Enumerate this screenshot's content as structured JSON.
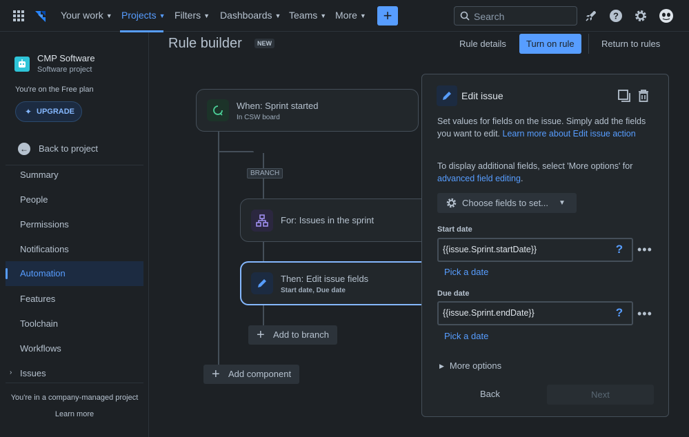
{
  "nav": {
    "items": [
      {
        "label": "Your work"
      },
      {
        "label": "Projects"
      },
      {
        "label": "Filters"
      },
      {
        "label": "Dashboards"
      },
      {
        "label": "Teams"
      },
      {
        "label": "More"
      }
    ],
    "create_label": "+",
    "search_placeholder": "Search"
  },
  "sidebar": {
    "project_name": "CMP Software",
    "project_type": "Software project",
    "plan_text": "You're on the Free plan",
    "upgrade_label": "UPGRADE",
    "back_label": "Back to project",
    "items": [
      {
        "label": "Summary"
      },
      {
        "label": "People"
      },
      {
        "label": "Permissions"
      },
      {
        "label": "Notifications"
      },
      {
        "label": "Automation"
      },
      {
        "label": "Features"
      },
      {
        "label": "Toolchain"
      },
      {
        "label": "Workflows"
      },
      {
        "label": "Issues"
      }
    ],
    "footer_text": "You're in a company-managed project",
    "learn_more": "Learn more"
  },
  "header": {
    "title": "Rule builder",
    "badge": "NEW",
    "rule_details": "Rule details",
    "turn_on": "Turn on rule",
    "return": "Return to rules"
  },
  "canvas": {
    "trigger": {
      "title": "When: Sprint started",
      "subtitle_prefix": "In",
      "subtitle": "CSW board"
    },
    "branch_tag": "BRANCH",
    "branch": {
      "title": "For: Issues in the sprint"
    },
    "action": {
      "title": "Then: Edit issue fields",
      "subtitle": "Start date, Due date"
    },
    "add_to_branch": "Add to branch",
    "add_component": "Add component"
  },
  "panel": {
    "title": "Edit issue",
    "desc_text": "Set values for fields on the issue. Simply add the fields you want to edit. ",
    "desc_link": "Learn more about Edit issue action",
    "desc2_text": "To display additional fields, select 'More options' for ",
    "desc2_link": "advanced field editing",
    "desc2_end": ".",
    "choose_fields": "Choose fields to set...",
    "fields": [
      {
        "label": "Start date",
        "value": "{{issue.Sprint.startDate}}",
        "pick": "Pick a date"
      },
      {
        "label": "Due date",
        "value": "{{issue.Sprint.endDate}}",
        "pick": "Pick a date"
      }
    ],
    "help_glyph": "?",
    "more_glyph": "•••",
    "more_options": "More options",
    "back": "Back",
    "next": "Next"
  },
  "colors": {
    "background": "#1d2125",
    "accent": "#579dff",
    "card": "#22272b",
    "border": "#454f59"
  }
}
